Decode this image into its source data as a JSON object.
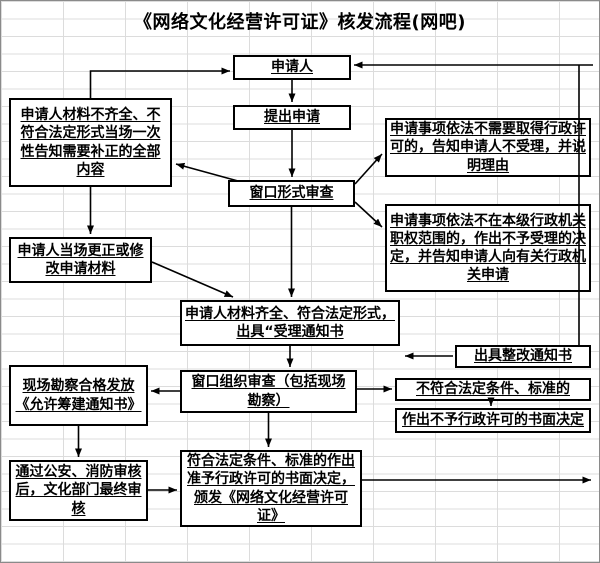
{
  "title": "《网络文化经营许可证》核发流程(网吧)",
  "colors": {
    "background": "#ffffff",
    "grid": "#dcdcdc",
    "box_border": "#000000",
    "arrow": "#000000"
  },
  "nodes": {
    "applicant": "申请人",
    "submit": "提出申请",
    "formal_review": "窗口形式审查",
    "incomplete": "申请人材料不齐全、不符合法定形式当场一次性告知需要补正的全部内容",
    "correct": "申请人当场更正或修改申请材料",
    "no_permit_needed": "申请事项依法不需要取得行政许可的，告知申请人不受理，并说明理由",
    "not_jurisdiction": "申请事项依法不在本级行政机关职权范围的，作出不予受理的决定，并告知申请人向有关行政机关申请",
    "accepted": "申请人材料齐全、符合法定形式，出具“受理通知书",
    "rectification_notice": "出具整改通知书",
    "org_review": "窗口组织审查（包括现场勘察）",
    "not_meet_standard": "不符合法定条件、标准的",
    "written_denial": "作出不予行政许可的书面决定",
    "site_survey_pass": "现场勘察合格发放《允许筹建通知书》",
    "final_review": "通过公安、消防审核后，文化部门最终审核",
    "approve": "符合法定条件、标准的作出准予行政许可的书面决定，颁发《网络文化经营许可证》"
  }
}
